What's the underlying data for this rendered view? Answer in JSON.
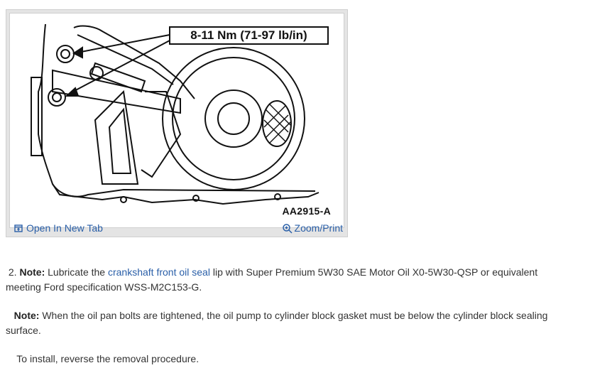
{
  "figure": {
    "torque_label": "8-11 Nm (71-97 lb/in)",
    "figure_id": "AA2915-A",
    "open_new_tab": "Open In New Tab",
    "zoom_print": "Zoom/Print"
  },
  "steps": [
    {
      "prefix": " 2. ",
      "note_label": "Note:",
      "text_before_link": " Lubricate the ",
      "link_text": "crankshaft front oil seal",
      "text_after_link": " lip with Super Premium 5W30 SAE Motor Oil X0-5W30-QSP or equivalent meeting Ford specification WSS-M2C153-G."
    },
    {
      "prefix": "   ",
      "note_label": "Note:",
      "text": " When the oil pan bolts are tightened, the oil pump to cylinder block gasket must be below the cylinder block sealing surface."
    },
    {
      "text": "    To install, reverse the removal procedure."
    }
  ],
  "colors": {
    "link": "#2a5fa8",
    "text": "#333333"
  }
}
